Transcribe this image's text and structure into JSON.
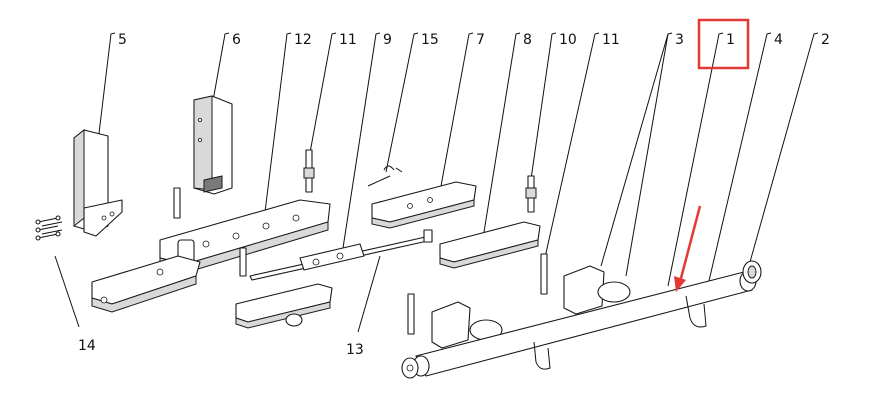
{
  "diagram": {
    "callouts": [
      {
        "id": "c5",
        "label": "5"
      },
      {
        "id": "c6",
        "label": "6"
      },
      {
        "id": "c12",
        "label": "12"
      },
      {
        "id": "c11a",
        "label": "11"
      },
      {
        "id": "c9",
        "label": "9"
      },
      {
        "id": "c15",
        "label": "15"
      },
      {
        "id": "c7",
        "label": "7"
      },
      {
        "id": "c8",
        "label": "8"
      },
      {
        "id": "c10",
        "label": "10"
      },
      {
        "id": "c11b",
        "label": "11"
      },
      {
        "id": "c3",
        "label": "3"
      },
      {
        "id": "c1",
        "label": "1"
      },
      {
        "id": "c4",
        "label": "4"
      },
      {
        "id": "c2",
        "label": "2"
      },
      {
        "id": "c14",
        "label": "14"
      },
      {
        "id": "c13",
        "label": "13"
      }
    ],
    "highlight": {
      "color": "#e53935",
      "target": "1"
    },
    "arrow": {
      "color": "#e53935"
    }
  }
}
